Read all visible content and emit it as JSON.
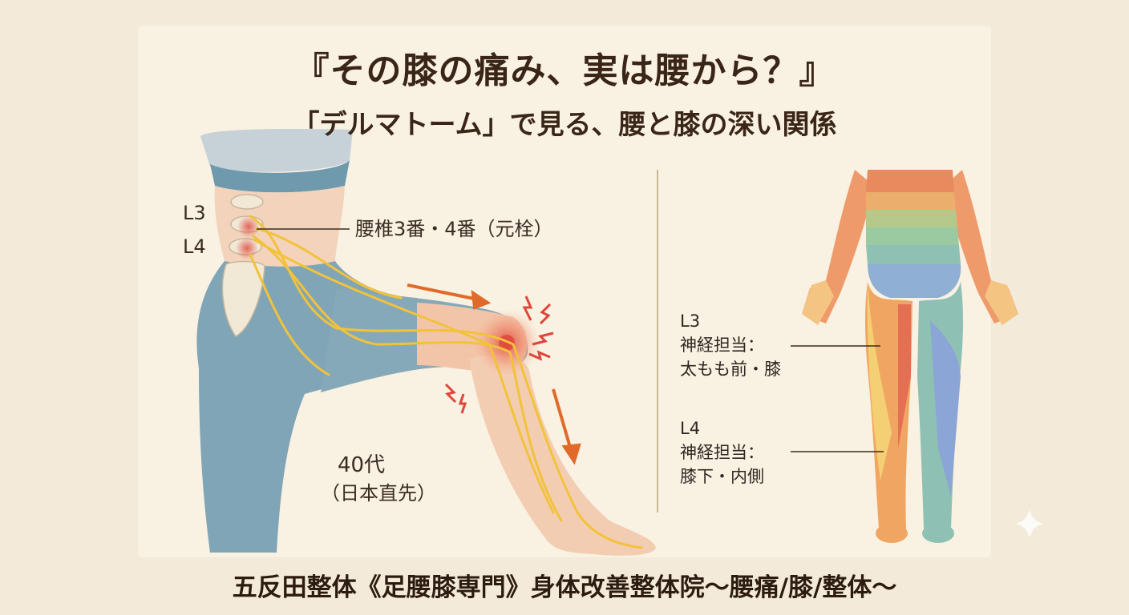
{
  "title": "『その膝の痛み、実は腰から？』",
  "subtitle": "「デルマトーム」で見る、腰と膝の深い関係",
  "left_figure": {
    "label_l3": "L3",
    "label_l4": "L4",
    "lumbar_label": "腰椎3番・4番（元栓）",
    "age_label": "40代",
    "age_note": "（日本直先）"
  },
  "right_figure": {
    "l3": {
      "level": "L3",
      "line1": "神経担当：",
      "line2": "太もも前・膝"
    },
    "l4": {
      "level": "L4",
      "line1": "神経担当：",
      "line2": "膝下・内側"
    }
  },
  "footer": "五反田整体《足腰膝専門》身体改善整体院～腰痛/膝/整体～",
  "colors": {
    "background": "#f3ead9",
    "panel": "#f9f1e2",
    "nerve": "#f2c23a",
    "pain": "#e0453a",
    "clothing": "#7ea3b5",
    "skin": "#f3cfb4"
  }
}
